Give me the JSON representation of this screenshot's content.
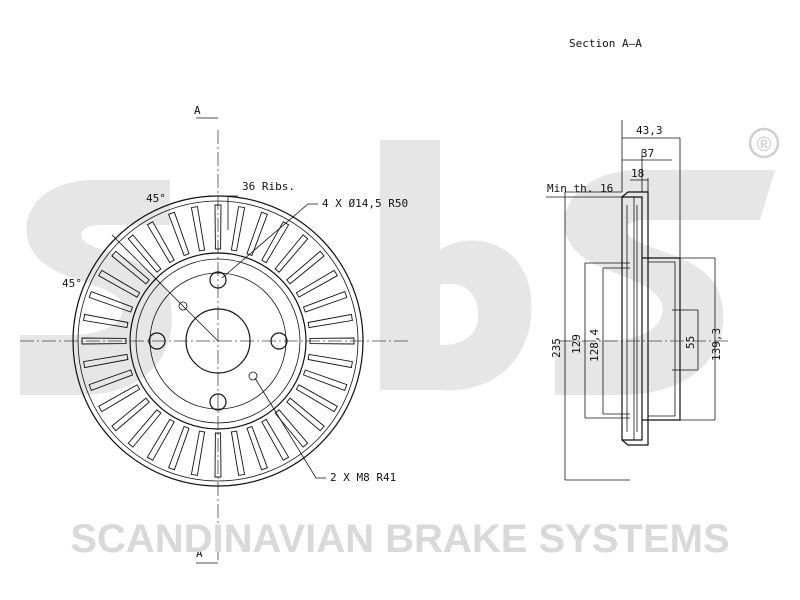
{
  "section_label": "Section A—A",
  "cut_marker_top": "A",
  "cut_marker_bottom": "A",
  "angle_upper": "45°",
  "angle_lower": "45°",
  "ribs_label": "36 Ribs.",
  "holes_label": "4 X Ø14,5   R50",
  "threads_label": "2 X M8   R41",
  "dim_43_3": "43,3",
  "dim_37": "37",
  "dim_18": "18",
  "min_thickness": "Min th. 16",
  "dim_235": "235",
  "dim_129": "129",
  "dim_128_4": "128,4",
  "dim_55": "55",
  "dim_139_3": "139,3",
  "brand_name": "SCANDINAVIAN BRAKE SYSTEMS",
  "registered_mark": "®",
  "colors": {
    "line": "#111111",
    "watermark": "#e6e6e6",
    "brand_text": "#d9d9d9"
  }
}
